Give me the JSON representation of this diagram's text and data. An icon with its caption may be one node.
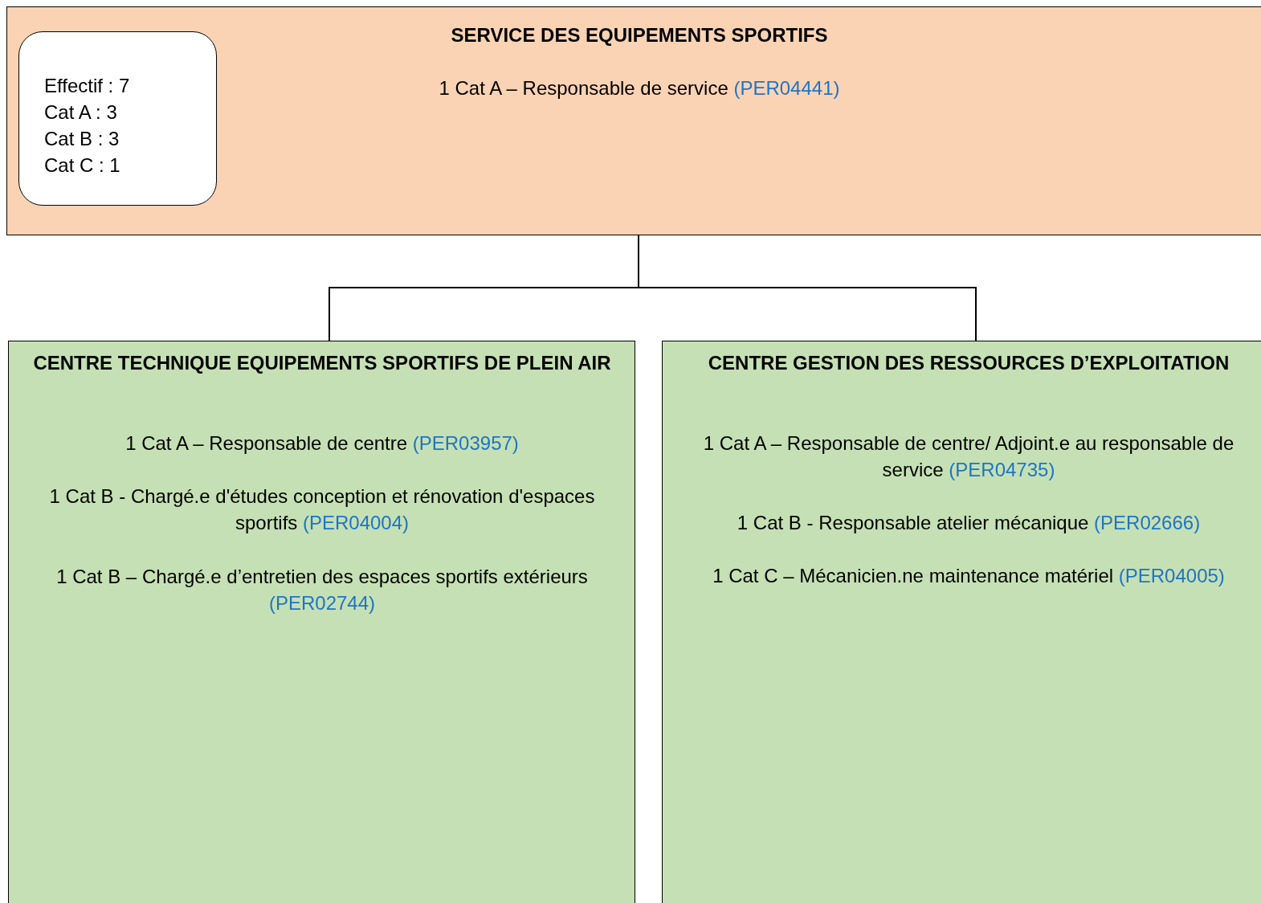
{
  "diagram": {
    "nodes": [
      {
        "text": [
          "SERVICE DES EQUIPEMENTS SPORTIFS",
          "1 Cat A – Responsable de service (PER04441)"
        ]
      },
      {
        "text": [
          "Effectif : 7",
          "Cat A : 3",
          "Cat B : 3",
          "Cat C : 1"
        ],
        "in": 0
      },
      {
        "text": [
          "CENTRE TECHNIQUE EQUIPEMENTS SPORTIFS DE PLEIN AIR",
          "1 Cat A – Responsable de centre (PER03957)",
          "1 Cat B - Chargé.e d'études conception et rénovation d'espaces sportifs (PER04004)",
          "1 Cat B – Chargé.e d’entretien des espaces sportifs extérieurs (PER02744)"
        ]
      },
      {
        "text": [
          "CENTRE GESTION DES RESSOURCES D’EXPLOITATION",
          "1 Cat A – Responsable de centre/ Adjoint.e au responsable de service (PER04735)",
          "1 Cat B - Responsable atelier mécanique (PER02666)",
          "1 Cat C – Mécanicien.ne maintenance matériel (PER04005)"
        ]
      }
    ],
    "edges": [
      {
        "from": 0,
        "to": 2,
        "arrow": "none"
      },
      {
        "from": 0,
        "to": 3,
        "arrow": "none"
      }
    ]
  }
}
